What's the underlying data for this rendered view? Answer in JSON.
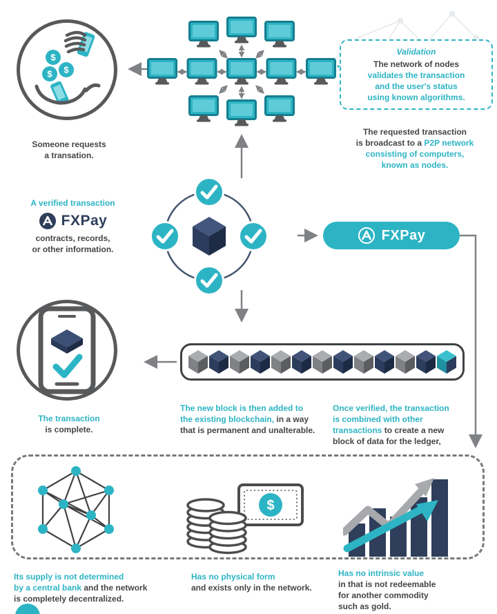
{
  "brand": {
    "name": "FXPay"
  },
  "colors": {
    "teal": "#2db4c4",
    "navy": "#2e3e5b",
    "dark_text": "#454547",
    "icon_gray": "#58595b",
    "arrow_gray": "#7f8184"
  },
  "icons": {
    "hand-money-icon": "hand receiving coins and phone",
    "monitor-icon": "teal desktop computer node",
    "check-icon": "check mark in teal circle",
    "block-cube-icon": "3d block",
    "fxpay-logo-mark": "letter A in circle",
    "phone-check-icon": "smartphone with block and check",
    "blockchain-icon": "row of linked 3d blocks",
    "network-graph-icon": "decentralized node graph",
    "coins-bill-icon": "coin stacks and dollar bill",
    "chart-growth-icon": "bar chart with rising arrows"
  },
  "request": {
    "line1": "Someone requests",
    "line2": "a transation."
  },
  "validation": {
    "title": "Validation",
    "line1": "The network of nodes",
    "line2": "validates the transaction",
    "line3": "and the user's status",
    "line4": "using known algorithms."
  },
  "broadcast": {
    "line1": "The requested transaction",
    "line2_dark": "is broadcast to a ",
    "line2_teal": "P2P network",
    "line3": "consisting of computers,",
    "line4": "known as nodes."
  },
  "verified": {
    "line1": "A verified transaction",
    "line2": "contracts, records,",
    "line3": "or other information."
  },
  "complete": {
    "line1": "The transaction",
    "line2": "is complete."
  },
  "block_added": {
    "line1": "The new block is then added to",
    "line2_teal": "the existing blockchain,",
    "line2_dark": " in a way",
    "line3": "that is permanent and unalterable."
  },
  "combined": {
    "line1": "Once verified, the transaction",
    "line2": "is combined with other",
    "line3_teal": "transactions",
    "line3_dark": " to create a new",
    "line4": "block of data for the ledger,"
  },
  "supply": {
    "line1": "Its supply is not determined",
    "line2_teal": "by a central bank",
    "line2_dark": " and the network",
    "line3": "is completely decentralized."
  },
  "physical": {
    "line1": "Has no physical form",
    "line2": "and exists only in the network."
  },
  "intrinsic": {
    "line1": "Has no intrinsic value",
    "line2": "in that is not redeemable",
    "line3": "for another commodity",
    "line4": "such as gold."
  }
}
